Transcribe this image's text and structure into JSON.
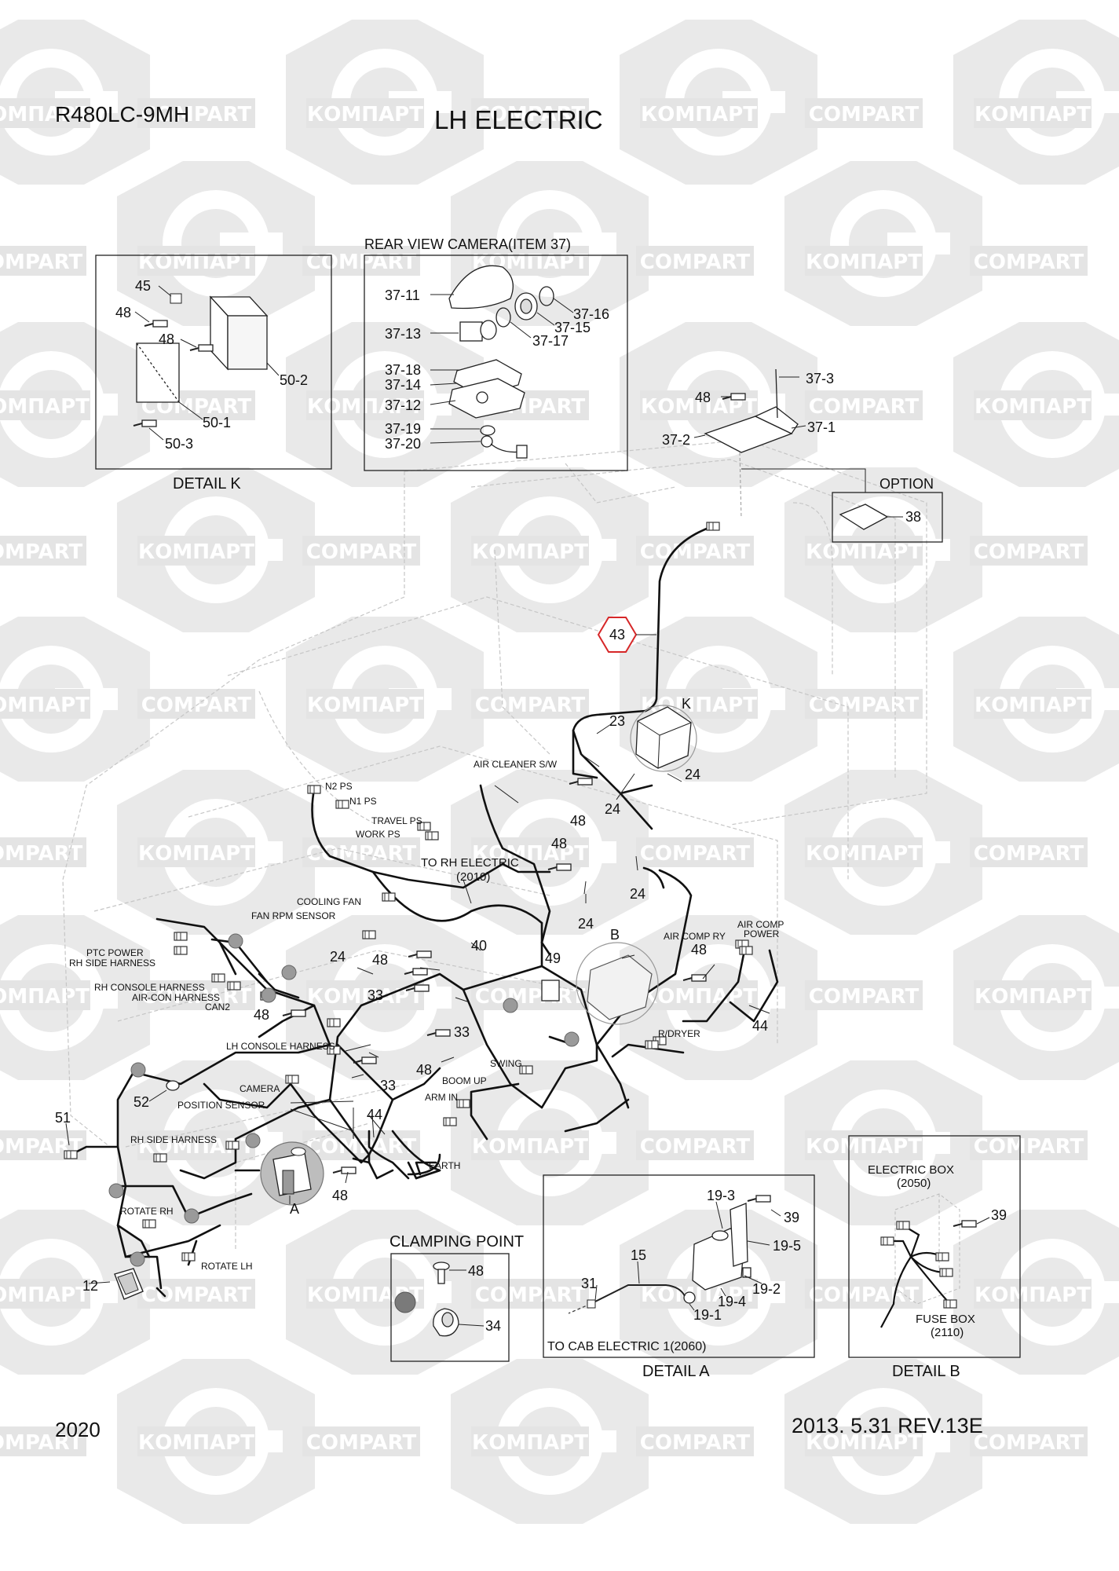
{
  "header": {
    "model": "R480LC-9MH",
    "title": "LH ELECTRIC"
  },
  "footer": {
    "page_number": "2020",
    "revision": "2013. 5.31  REV.13E"
  },
  "watermark": {
    "text_cyrillic": "КОМПАРТ",
    "text_latin": "COMPART"
  },
  "highlight_color": "#d62728",
  "detail_k": {
    "caption": "DETAIL K",
    "labels": {
      "n45": "45",
      "n48a": "48",
      "n48b": "48",
      "n50_2": "50-2",
      "n50_1": "50-1",
      "n50_3": "50-3"
    }
  },
  "camera": {
    "caption": "REAR VIEW CAMERA(ITEM 37)",
    "labels": {
      "n37_11": "37-11",
      "n37_13": "37-13",
      "n37_18": "37-18",
      "n37_14": "37-14",
      "n37_12": "37-12",
      "n37_19": "37-19",
      "n37_20": "37-20",
      "n37_16": "37-16",
      "n37_15": "37-15",
      "n37_17": "37-17"
    }
  },
  "bracket": {
    "labels": {
      "n37_3": "37-3",
      "n48": "48",
      "n37_1": "37-1",
      "n37_2": "37-2"
    }
  },
  "option": {
    "caption": "OPTION",
    "label": "38"
  },
  "main": {
    "highlighted_part": "43",
    "labels": {
      "k": "K",
      "n23": "23",
      "n24a": "24",
      "n24b": "24",
      "n24c": "24",
      "n24d": "24",
      "n24e": "24",
      "n48a": "48",
      "n48b": "48",
      "n48c": "48",
      "n48d": "48",
      "n48e": "48",
      "n48f": "48",
      "n48g": "48",
      "n40": "40",
      "n49": "49",
      "b": "B",
      "n44a": "44",
      "n44b": "44",
      "n33a": "33",
      "n33b": "33",
      "n33c": "33",
      "n52": "52",
      "n51": "51",
      "n12": "12",
      "a": "A",
      "air_cleaner": "AIR CLEANER S/W",
      "n2ps": "N2 PS",
      "n1ps": "N1 PS",
      "travel_ps": "TRAVEL PS",
      "work_ps": "WORK PS",
      "to_rh": "TO RH ELECTRIC",
      "to_rh_ref": "(2010)",
      "cooling_fan": "COOLING FAN",
      "fan_rpm": "FAN RPM SENSOR",
      "ptc_power": "PTC POWER",
      "rh_side_harness_1": "RH SIDE HARNESS",
      "rh_console": "RH CONSOLE HARNESS",
      "aircon": "AIR-CON HARNESS",
      "can2": "CAN2",
      "lh_console": "LH CONSOLE HARNESS",
      "air_comp_ry": "AIR COMP RY",
      "air_comp_power_1": "AIR COMP",
      "air_comp_power_2": "POWER",
      "rdryer": "R/DRYER",
      "swing": "SWING",
      "boom_up": "BOOM UP",
      "arm_in": "ARM IN",
      "camera": "CAMERA",
      "position_sensor": "POSITION SENSOR",
      "rh_side_harness_2": "RH SIDE HARNESS",
      "earth": "EARTH",
      "rotate_rh": "ROTATE RH",
      "rotate_lh": "ROTATE LH"
    }
  },
  "clamping": {
    "caption": "CLAMPING POINT",
    "labels": {
      "n48": "48",
      "n34": "34"
    }
  },
  "detail_a": {
    "caption": "DETAIL A",
    "labels": {
      "n19_3": "19-3",
      "n39": "39",
      "n19_5": "19-5",
      "n15": "15",
      "n31": "31",
      "n19_2": "19-2",
      "n19_4": "19-4",
      "n19_1": "19-1",
      "to_cab": "TO CAB ELECTRIC 1(2060)"
    }
  },
  "detail_b": {
    "caption": "DETAIL B",
    "labels": {
      "electric_box": "ELECTRIC BOX",
      "electric_box_ref": "(2050)",
      "n39": "39",
      "fuse_box": "FUSE BOX",
      "fuse_box_ref": "(2110)"
    }
  }
}
